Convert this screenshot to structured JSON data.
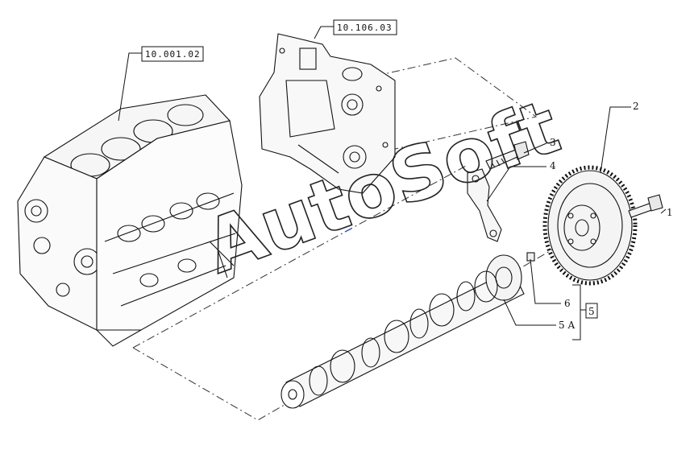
{
  "references": {
    "engine_block": "10.001.02",
    "timing_case": "10.106.03"
  },
  "callouts": {
    "c1": "1",
    "c2": "2",
    "c3": "3",
    "c4": "4",
    "c6": "6",
    "c5a": "5 A",
    "c5": "5"
  },
  "watermark": "AutoSoft"
}
